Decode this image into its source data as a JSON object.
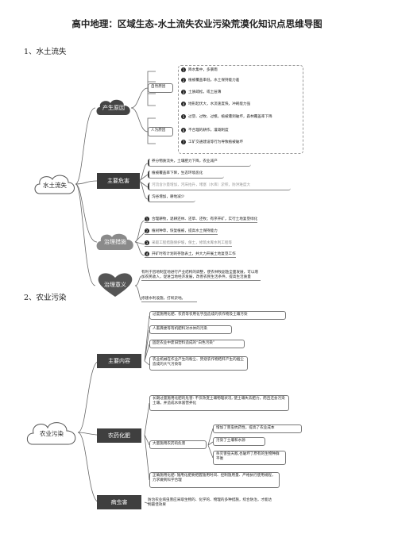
{
  "title": "高中地理：区域生态-水土流失农业污染荒漠化知识点思维导图",
  "sections": {
    "s1": "1、水土流失",
    "s2": "2、农业污染"
  },
  "soil": {
    "root": "水土流失",
    "cause": {
      "label": "产生原因",
      "natural": "自然原因",
      "human": "人为原因",
      "items": [
        "降水集中，多暴雨",
        "植被覆盖率低，水土保持能力差",
        "土质疏松，或土层薄",
        "地形起伏大，水流速度快，冲刷能力强",
        "过垦、过牧、过樵，植被遭到破坏，森林覆盖率下降",
        "不合理的耕作，灌溉制度",
        "工矿交通建设等行为导致植被破坏"
      ]
    },
    "harm": {
      "label": "主要危害",
      "items": [
        "养分物质流失，土壤肥力下降，农业减产",
        "植被覆盖率下降，生态环境恶化",
        "河流含沙量增加，河床抬升，堵塞（水库）淤积，防洪难度大",
        "沟谷增加，耕地减少"
      ]
    },
    "measures": {
      "label": "治理措施",
      "items": [
        "合理耕牧，退耕还林、还草、还牧；有序开矿，实行土地复垦绿化",
        "植树种草，恢复植被，提高水土保持能力",
        "采取工程措施保护坡，保土，修筑水库水利工程等",
        "开矿时有计划的存放表土，并大力开展土地复垦工作"
      ]
    },
    "meaning": {
      "label": "治理意义",
      "text": "有利于因地制宜地进行产业结构的调整，使农林牧副渔全面发展，可以增加农民收入，促进当地经济发展，改善农民生活条件，提高生活质量",
      "extra": "修建水利设施，打坝淤地。"
    }
  },
  "agri": {
    "root": "农业污染",
    "content": {
      "label": "主要内容",
      "items": [
        "过度施用化肥、农药等农用化学品造成的农作物及土壤污染",
        "人畜粪便等有机肥料对水体的污染",
        "固定农业中废旧塑料造成的“白色污染”",
        "农业机械在作业产生的粉尘、焚烧农作物秸秆产生的烟尘造成的大气污染等"
      ]
    },
    "pesticide": {
      "label": "农药化肥",
      "b1": "长期过量施用化肥的危害: 不仅改变土壤物理状况, 使土壤失去肥力，而且还会污染土壤，并造成水体富营养化",
      "b2": "大量施用农药的危害",
      "sub": [
        "增加了害虫抗药性，提高了农业成本",
        "污染了土壤和水源",
        "杀灭害虫天敌,也破坏了原有的生物种群平衡"
      ],
      "b3": "正确施用化肥: 施用化肥要把握施用时间、控制施用量、严格执行使用规程，力求做到科学合理"
    },
    "pest": {
      "label": "病虫害",
      "text": "防治农业病虫害应采取生物的、化学的、物理的多种措施，综合防治，才能达到最佳效果"
    }
  },
  "colors": {
    "node_dark": "#444444",
    "node_mid": "#6e6e6e",
    "node_light": "#9a9a9a",
    "root_dark": "#2e2e2e"
  },
  "icons": [
    "cloud-shape",
    "heart-shape",
    "number-circle"
  ]
}
